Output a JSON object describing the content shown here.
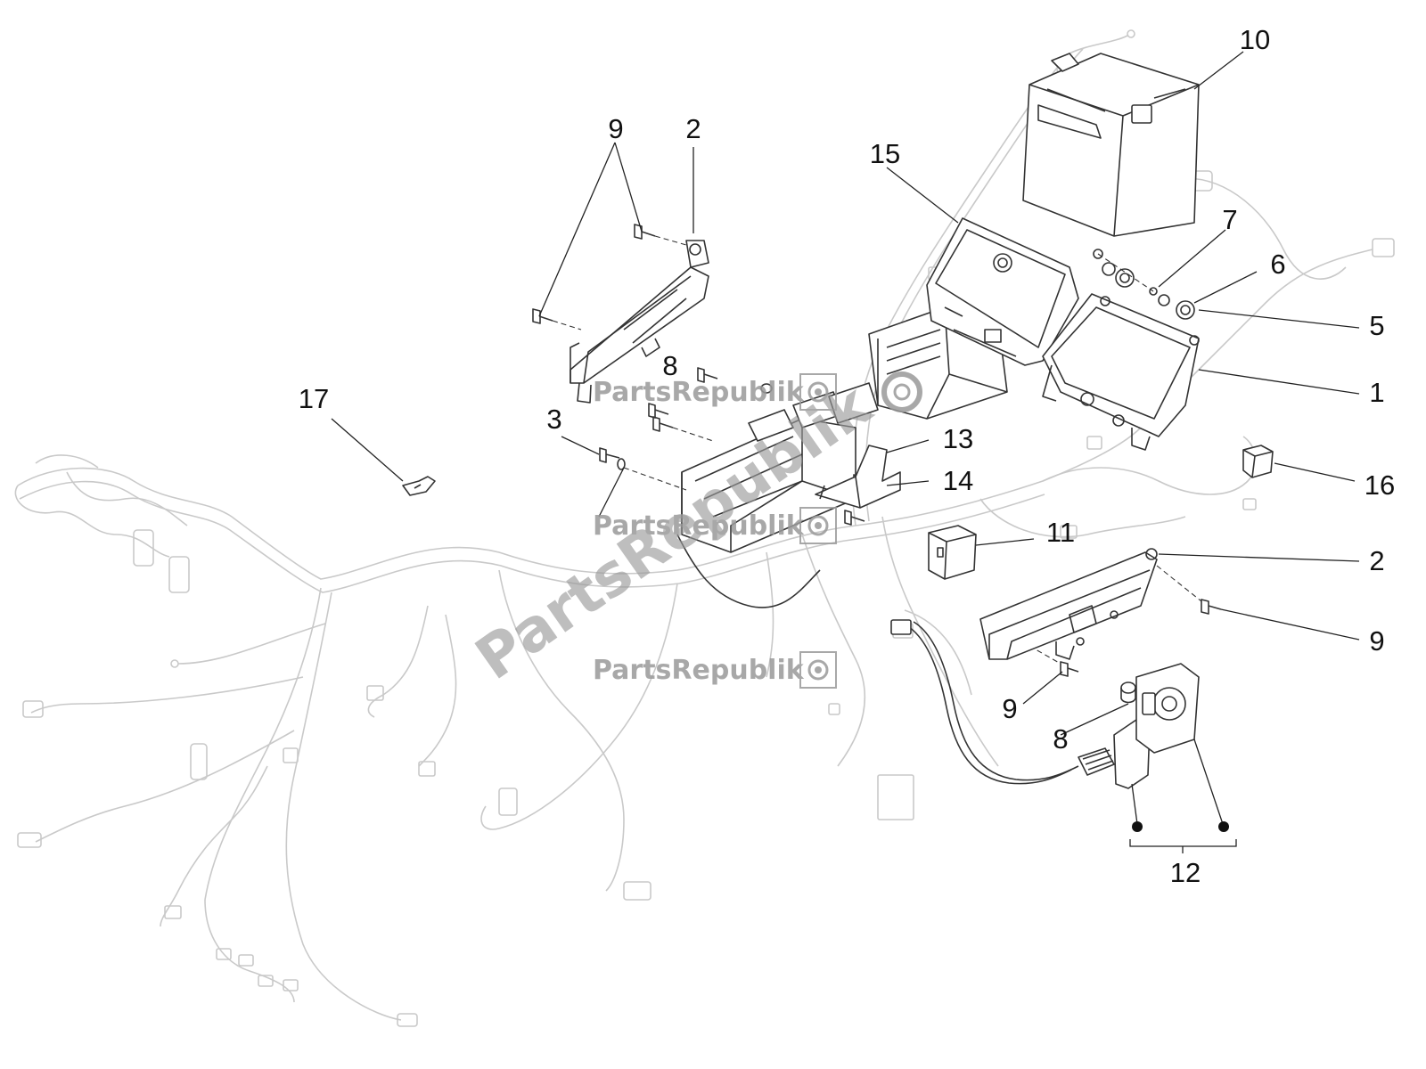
{
  "diagram": {
    "callouts": [
      "10",
      "9",
      "2",
      "15",
      "7",
      "6",
      "5",
      "1",
      "17",
      "3",
      "8",
      "13",
      "14",
      "16",
      "11",
      "2",
      "9",
      "9",
      "8",
      "12"
    ],
    "watermark": {
      "small_text": "PartsRepublik",
      "diagonal_text": "PartsRepublik"
    },
    "colors": {
      "line": "#333333",
      "wire": "#c9c9c9",
      "watermark": "#9a9a9a"
    }
  }
}
